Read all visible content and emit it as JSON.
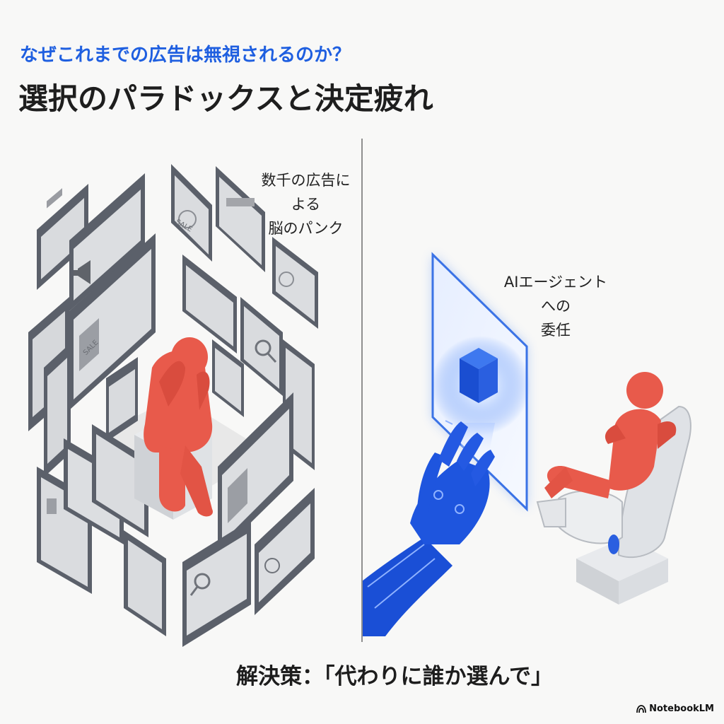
{
  "header": {
    "subtitle": "なぜこれまでの広告は無視されるのか？",
    "title": "選択のパラドックスと決定疲れ"
  },
  "left_panel": {
    "caption_line1": "数千の広告による",
    "caption_line2": "脳のパンク",
    "ad_labels": [
      "SALE",
      "SALE"
    ]
  },
  "right_panel": {
    "caption_line1": "AIエージェントへの",
    "caption_line2": "委任"
  },
  "footer": {
    "solution": "解決策：「代わりに誰か選んで」",
    "brand": "NotebookLM"
  },
  "colors": {
    "accent_blue": "#1f5fe0",
    "person_red": "#e85a4b",
    "panel_gray": "#d8dadd",
    "dark_frame": "#5a5f68"
  }
}
